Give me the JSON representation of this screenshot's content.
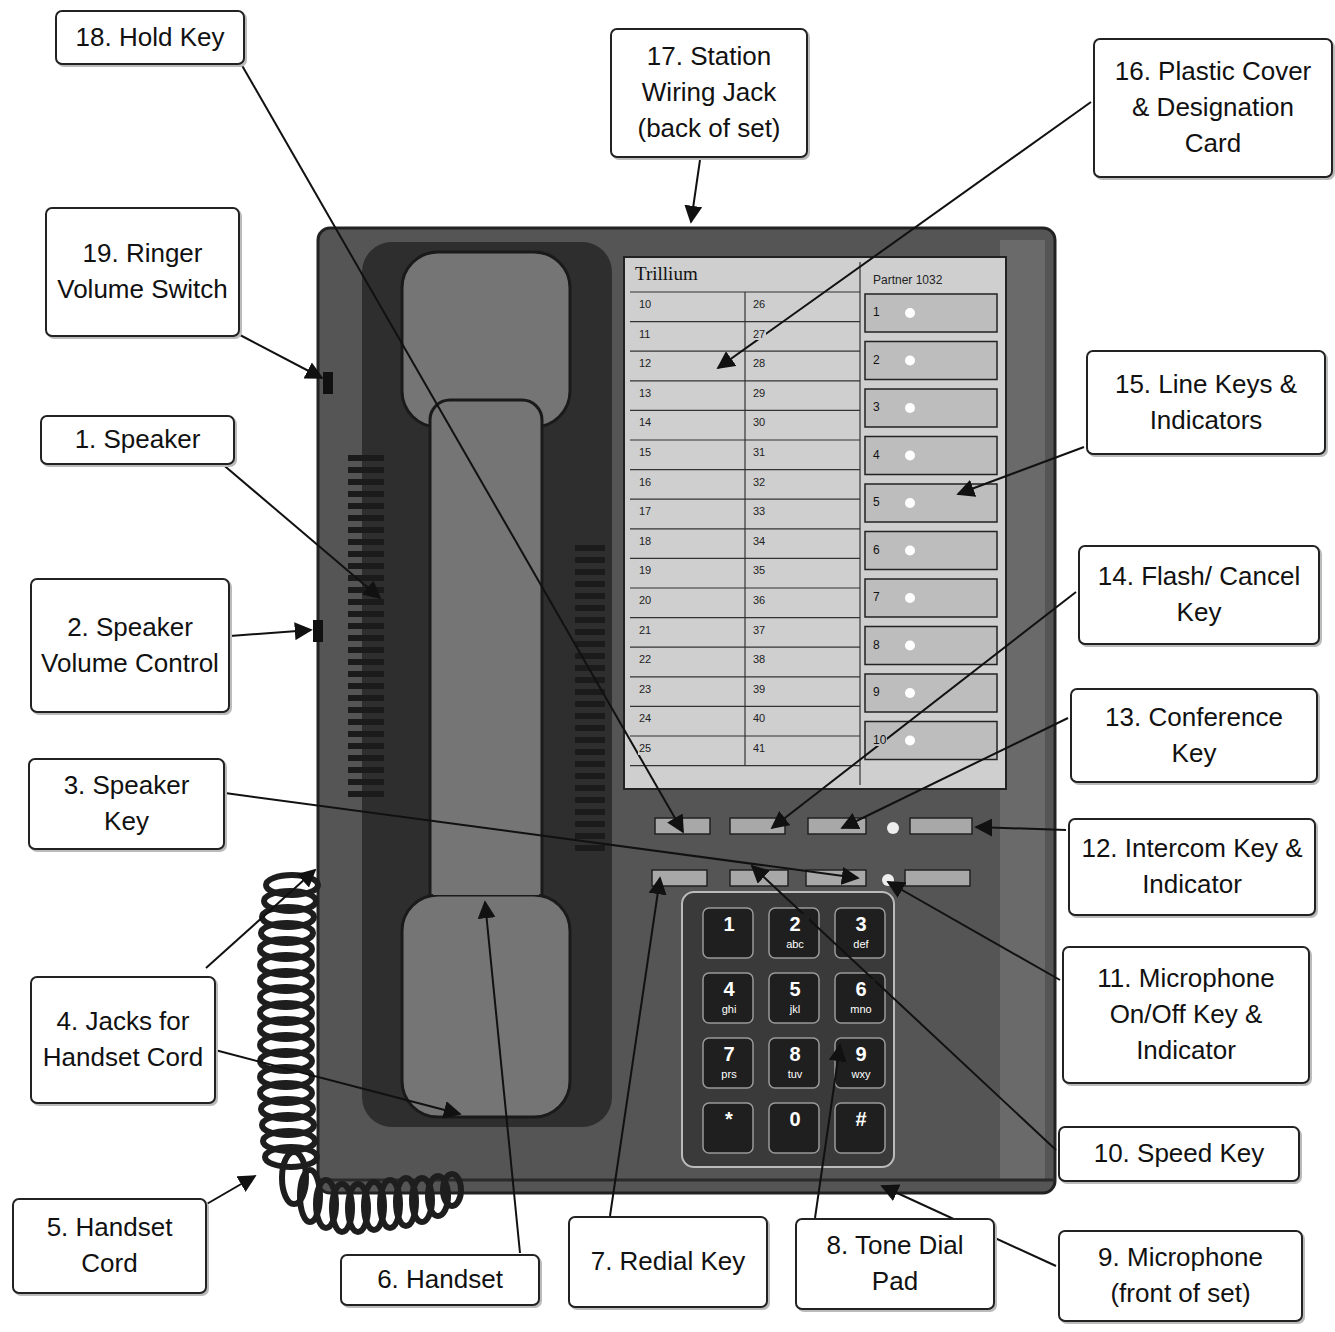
{
  "diagram": {
    "nodes": [
      {
        "text": [
          "18. Hold Key"
        ]
      },
      {
        "text": [
          "17. Station Wiring Jack (back of set)"
        ]
      },
      {
        "text": [
          "16. Plastic Cover & Designation Card"
        ]
      },
      {
        "text": [
          "19. Ringer Volume Switch"
        ]
      },
      {
        "text": [
          "15. Line Keys & Indicators"
        ]
      },
      {
        "text": [
          "1. Speaker"
        ]
      },
      {
        "text": [
          "14. Flash/ Cancel Key"
        ]
      },
      {
        "text": [
          "2. Speaker Volume Control"
        ]
      },
      {
        "text": [
          "13. Conference Key"
        ]
      },
      {
        "text": [
          "3. Speaker Key"
        ]
      },
      {
        "text": [
          "12. Intercom Key & Indicator"
        ]
      },
      {
        "text": [
          "4. Jacks for Handset Cord"
        ]
      },
      {
        "text": [
          "11. Microphone On/Off Key & Indicator"
        ]
      },
      {
        "text": [
          "10. Speed Key"
        ]
      },
      {
        "text": [
          "5. Handset Cord"
        ]
      },
      {
        "text": [
          "6. Handset"
        ]
      },
      {
        "text": [
          "7. Redial Key"
        ]
      },
      {
        "text": [
          "8. Tone Dial Pad"
        ]
      },
      {
        "text": [
          "9. Microphone (front of set)"
        ]
      }
    ],
    "labels": [
      "Trillium",
      "Partner 1032",
      "10",
      "26",
      "11",
      "27",
      "12",
      "28",
      "13",
      "29",
      "14",
      "30",
      "15",
      "31",
      "16",
      "32",
      "17",
      "33",
      "18",
      "34",
      "19",
      "35",
      "20",
      "36",
      "21",
      "37",
      "22",
      "38",
      "23",
      "39",
      "24",
      "40",
      "25",
      "41",
      "1",
      "2",
      "3",
      "4",
      "5",
      "6",
      "7",
      "8",
      "9",
      "10",
      "1",
      "2",
      "abc",
      "3",
      "def",
      "4",
      "ghi",
      "5",
      "jkl",
      "6",
      "mno",
      "7",
      "prs",
      "8",
      "tuv",
      "9",
      "wxy",
      "*",
      "0",
      "#"
    ]
  }
}
